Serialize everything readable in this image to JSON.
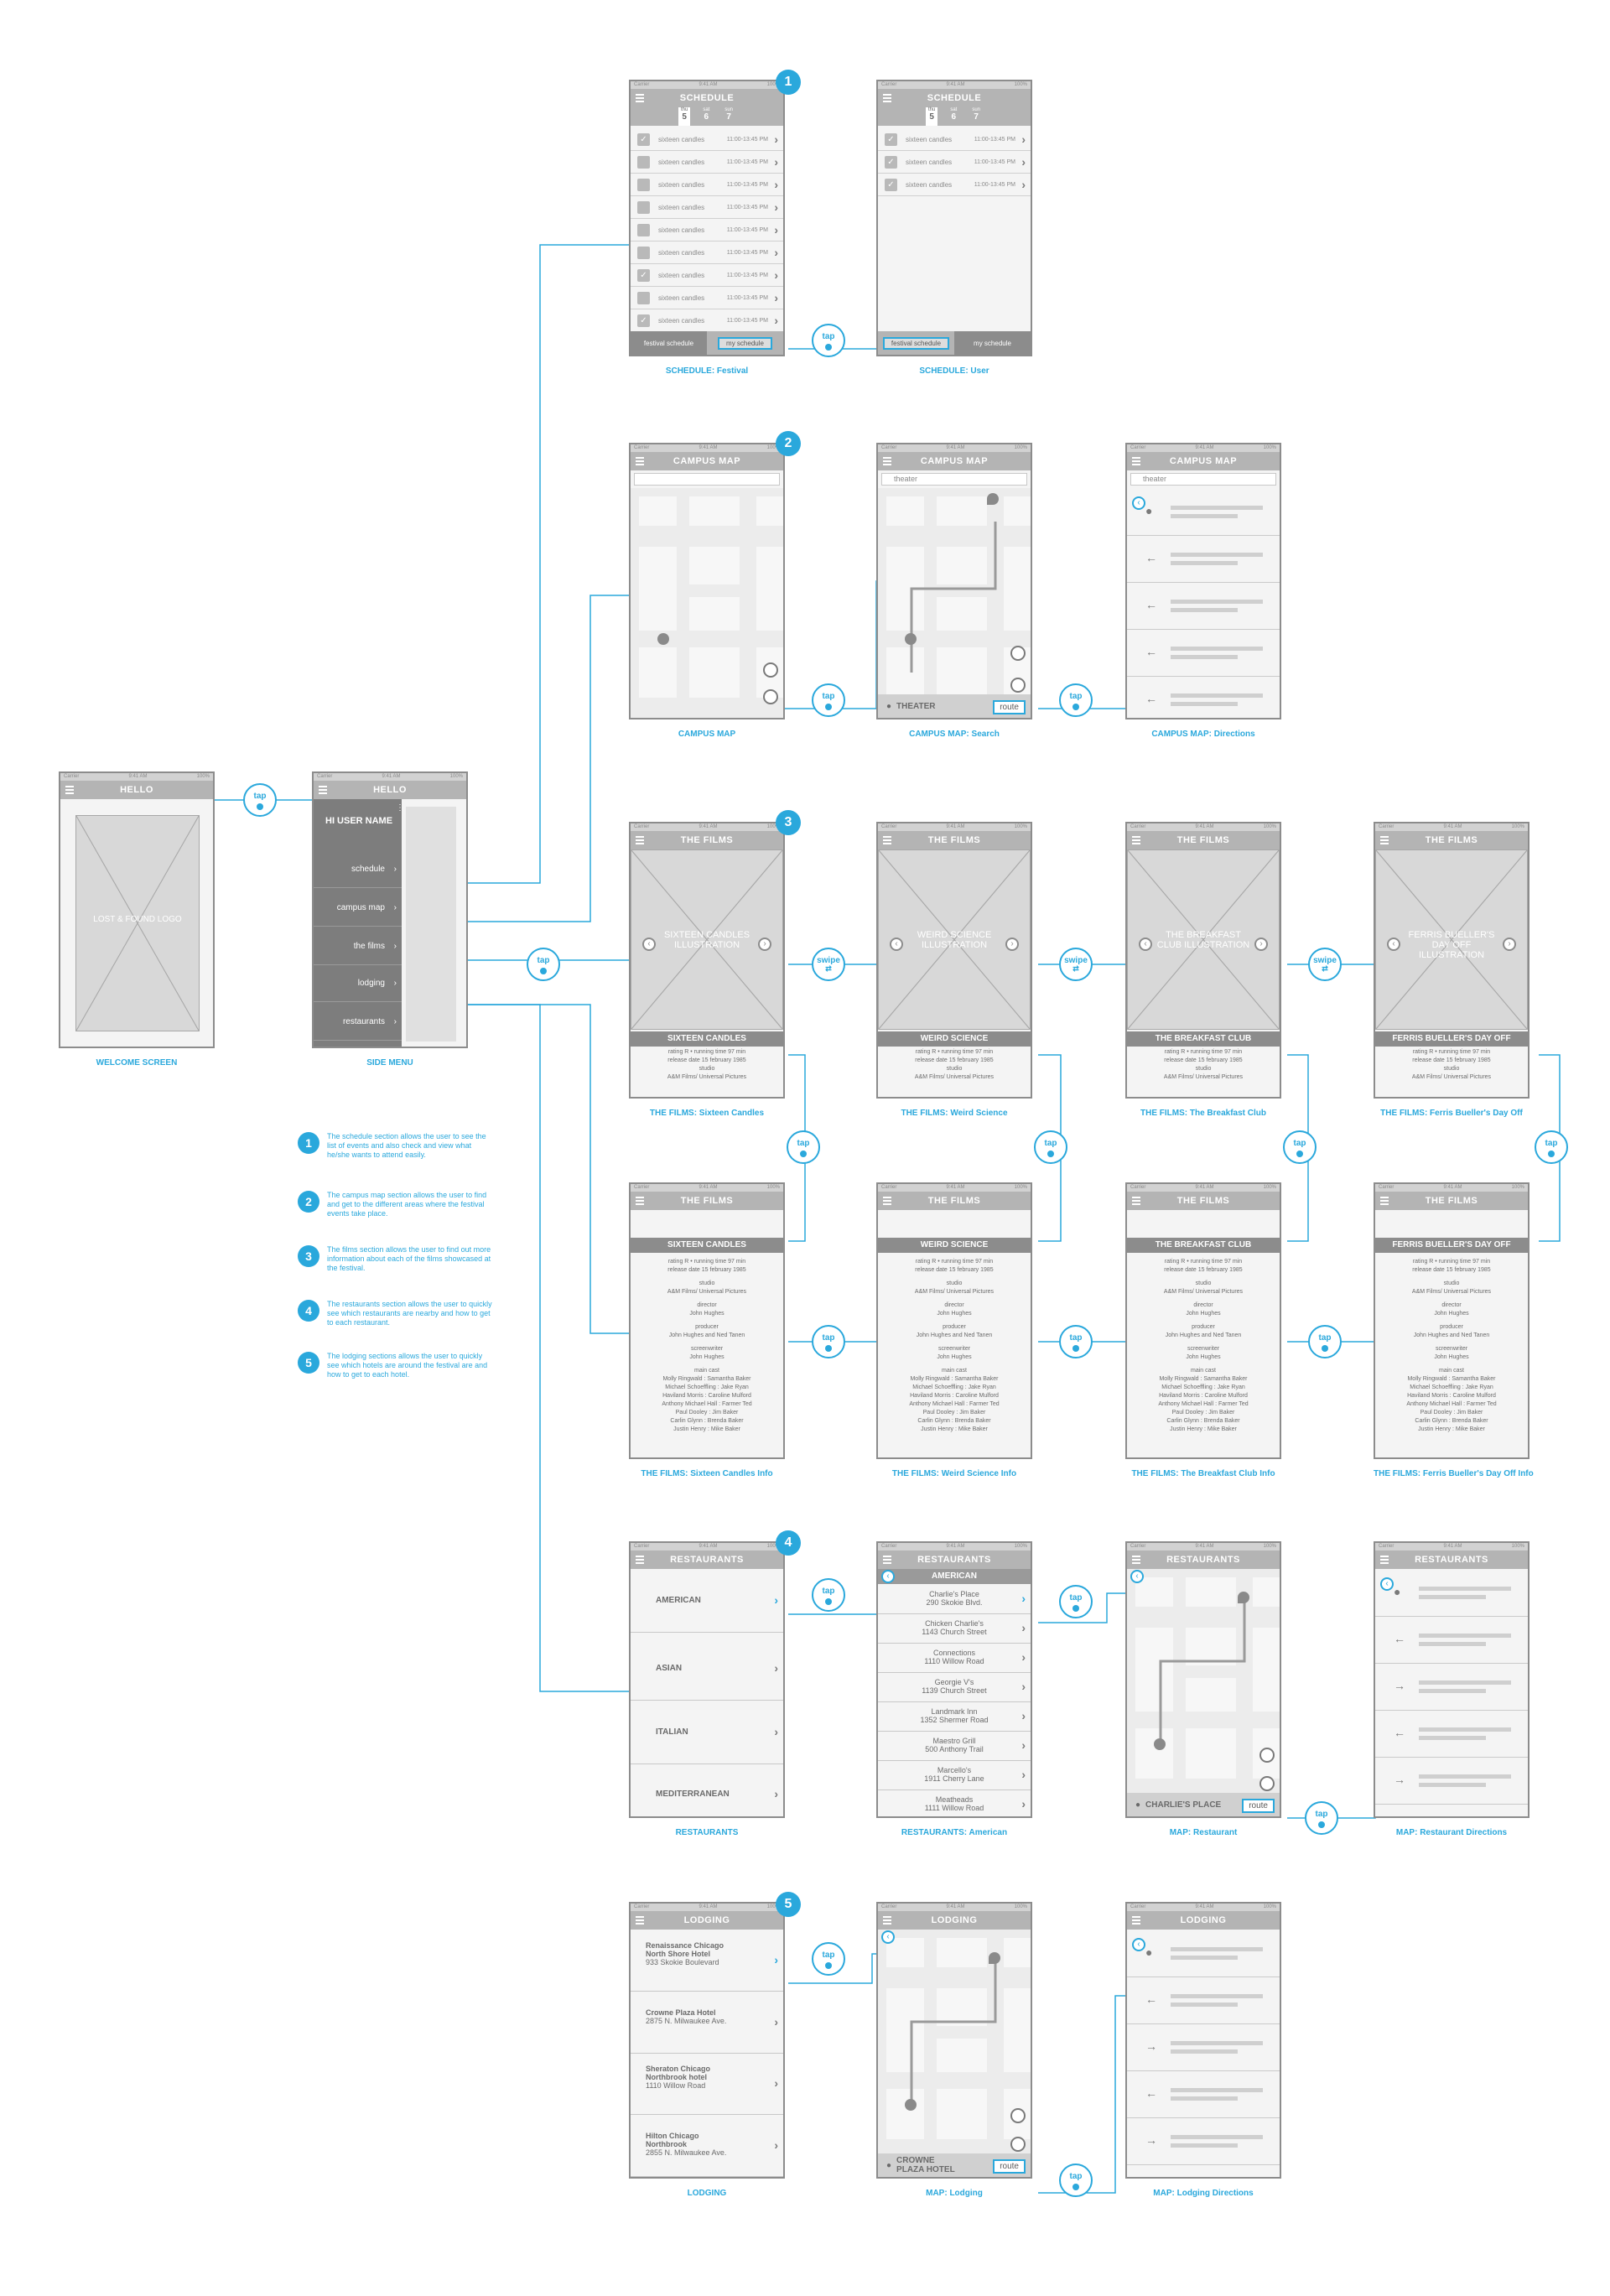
{
  "badges": [
    "1",
    "2",
    "3",
    "4",
    "5"
  ],
  "actions": {
    "tap": "tap",
    "swipe": "swipe"
  },
  "status": {
    "carrier": "Carrier",
    "time": "9:41 AM",
    "battery": "100%"
  },
  "welcome": {
    "nav": "HELLO",
    "logo": "LOST & FOUND LOGO",
    "caption": "WELCOME SCREEN"
  },
  "side_menu": {
    "nav": "HELLO",
    "user": "HI USER NAME",
    "items": [
      "schedule",
      "campus map",
      "the films",
      "lodging",
      "restaurants"
    ],
    "caption": "SIDE MENU"
  },
  "schedule": {
    "nav": "SCHEDULE",
    "days": [
      {
        "dow": "thu",
        "date": "5"
      },
      {
        "dow": "sat",
        "date": "6"
      },
      {
        "dow": "sun",
        "date": "7"
      }
    ],
    "event": "sixteen candles",
    "time": "11:00-13:45 PM",
    "tabs": [
      "festival schedule",
      "my schedule"
    ],
    "caption_festival": "SCHEDULE: Festival",
    "caption_user": "SCHEDULE: User"
  },
  "campus": {
    "nav": "CAMPUS MAP",
    "query": "theater",
    "place": "THEATER",
    "route": "route",
    "caption_map": "CAMPUS MAP",
    "caption_search": "CAMPUS MAP: Search",
    "caption_dir": "CAMPUS MAP: Directions"
  },
  "films": {
    "nav": "THE FILMS",
    "items": [
      {
        "art": "SIXTEEN CANDLES ILLUSTRATION",
        "title": "SIXTEEN CANDLES",
        "caption": "THE FILMS: Sixteen Candles",
        "info_caption": "THE FILMS: Sixteen Candles Info"
      },
      {
        "art": "WEIRD SCIENCE ILLUSTRATION",
        "title": "WEIRD SCIENCE",
        "caption": "THE FILMS: Weird Science",
        "info_caption": "THE FILMS: Weird Science Info"
      },
      {
        "art": "THE BREAKFAST CLUB ILLUSTRATION",
        "title": "THE BREAKFAST CLUB",
        "caption": "THE FILMS: The Breakfast Club",
        "info_caption": "THE FILMS: The Breakfast Club Info"
      },
      {
        "art": "FERRIS BUELLER'S DAY OFF ILLUSTRATION",
        "title": "FERRIS BUELLER'S DAY OFF",
        "caption": "THE FILMS: Ferris Bueller's Day Off",
        "info_caption": "THE FILMS: Ferris Bueller's Day Off Info"
      }
    ],
    "rating": "rating R  •  running time 97 min",
    "release": "release date 15 february 1985",
    "studio_label": "studio",
    "studio": "A&M Films/ Universal Pictures",
    "director_label": "director",
    "director": "John Hughes",
    "producer_label": "producer",
    "producer": "John Hughes and Ned Tanen",
    "screenwriter_label": "screenwriter",
    "screenwriter": "John Hughes",
    "cast_label": "main cast",
    "cast": [
      "Molly Ringwald : Samantha Baker",
      "Michael Schoeffling : Jake Ryan",
      "Haviland Morris : Caroline Mulford",
      "Anthony Michael Hall : Farmer Ted",
      "Paul Dooley : Jim Baker",
      "Carlin Glynn : Brenda Baker",
      "Justin Henry : Mike Baker"
    ]
  },
  "restaurants": {
    "nav": "RESTAURANTS",
    "categories": [
      "AMERICAN",
      "ASIAN",
      "ITALIAN",
      "MEDITERRANEAN"
    ],
    "american_header": "AMERICAN",
    "list": [
      {
        "name": "Charlie's Place",
        "addr": "290 Skokie Blvd."
      },
      {
        "name": "Chicken Charlie's",
        "addr": "1143 Church Street"
      },
      {
        "name": "Connections",
        "addr": "1110 Willow Road"
      },
      {
        "name": "Georgie V's",
        "addr": "1139 Church Street"
      },
      {
        "name": "Landmark Inn",
        "addr": "1352 Shermer Road"
      },
      {
        "name": "Maestro Grill",
        "addr": "500 Anthony Trail"
      },
      {
        "name": "Marcello's",
        "addr": "1911 Cherry Lane"
      },
      {
        "name": "Meatheads",
        "addr": "1111 Willow Road"
      }
    ],
    "place": "CHARLIE'S PLACE",
    "route": "route",
    "caption_list": "RESTAURANTS",
    "caption_american": "RESTAURANTS: American",
    "caption_map": "MAP: Restaurant",
    "caption_dir": "MAP: Restaurant Directions"
  },
  "lodging": {
    "nav": "LODGING",
    "hotels": [
      {
        "name": "Renaissance Chicago North Shore Hotel",
        "addr": "933 Skokie Boulevard"
      },
      {
        "name": "Crowne Plaza Hotel",
        "addr": "2875 N. Milwaukee Ave."
      },
      {
        "name": "Sheraton Chicago Northbrook hotel",
        "addr": "1110 Willow Road"
      },
      {
        "name": "Hilton Chicago Northbrook",
        "addr": "2855 N. Milwaukee Ave."
      }
    ],
    "place": "CROWNE PLAZA HOTEL",
    "route": "route",
    "caption_list": "LODGING",
    "caption_map": "MAP: Lodging",
    "caption_dir": "MAP: Lodging Directions"
  },
  "notes": [
    "The schedule section allows the user to see the list of events and also check and view what he/she wants to attend easily.",
    "The campus map section allows the user to find and get to the different areas where the festival events take place.",
    "The films section allows the user to find out more information about each of the films showcased at the festival.",
    "The restaurants section allows the user to quickly see which restaurants are nearby and how to get to each restaurant.",
    "The lodging sections allows the user to quickly see which hotels are around the festival are and how to get to each hotel."
  ],
  "colors": {
    "accent": "#2aa8dc",
    "frame": "#8c8c8c",
    "nav": "#b4b4b4"
  }
}
